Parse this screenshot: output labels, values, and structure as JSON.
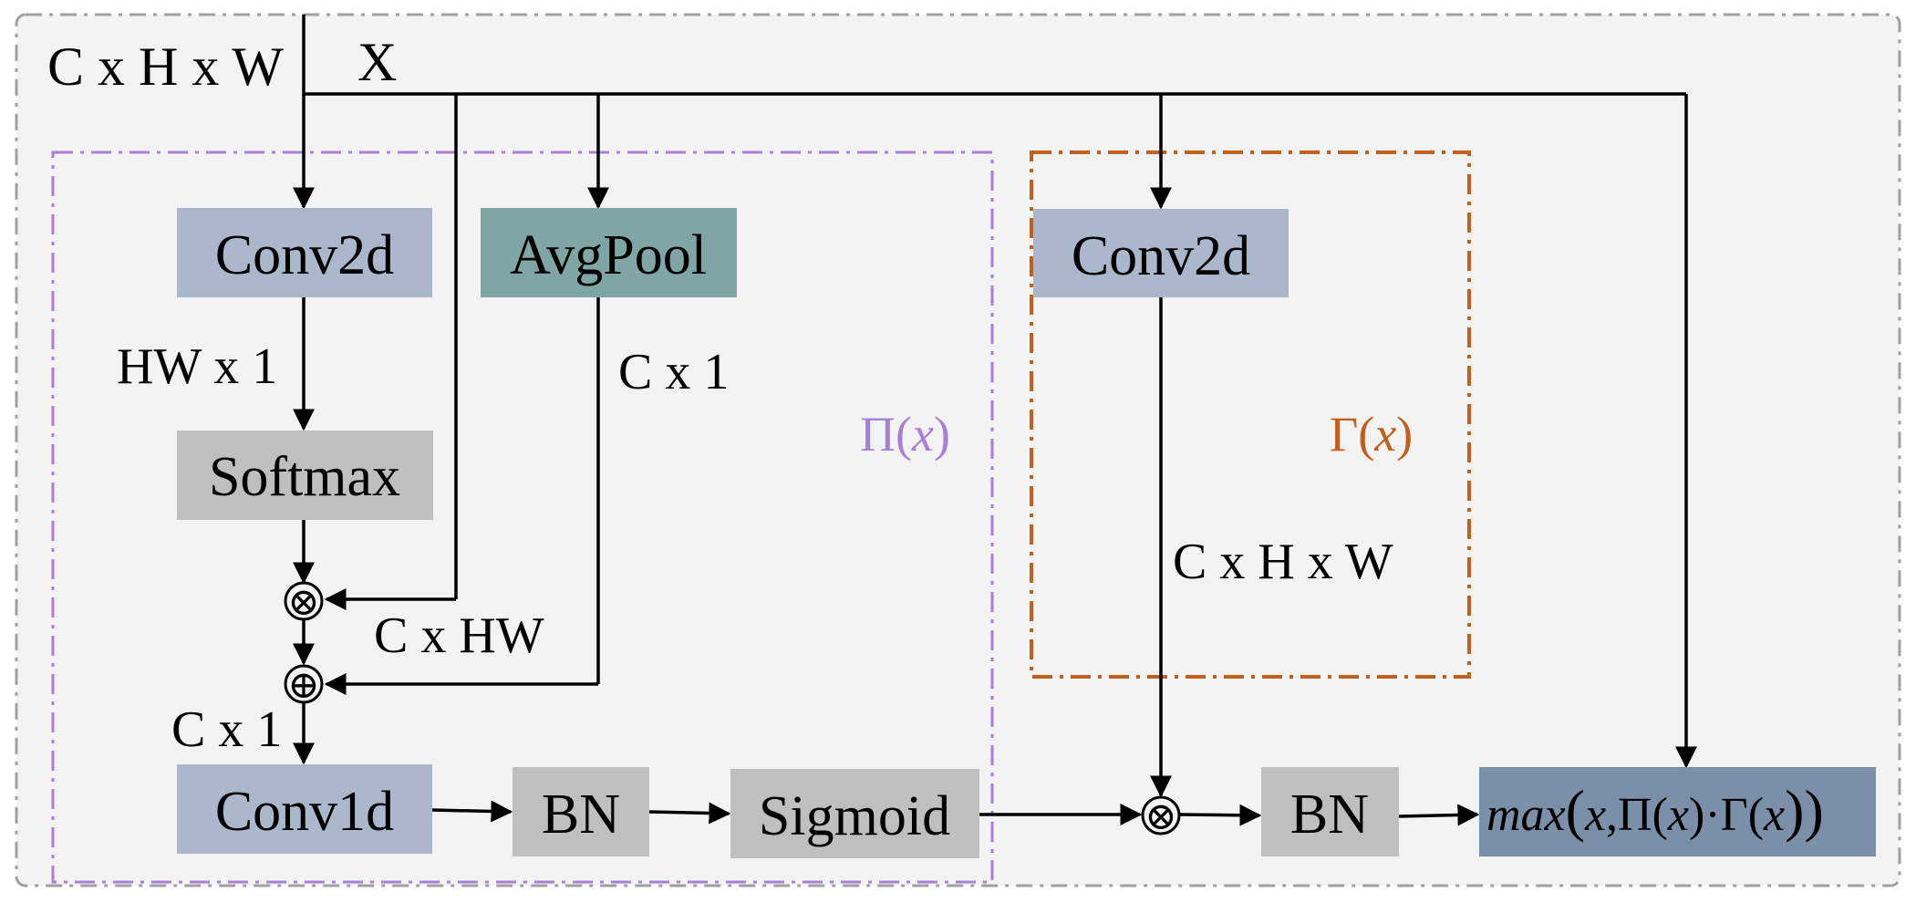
{
  "input": {
    "shape": "C x H x W",
    "name": "X"
  },
  "blocks": {
    "conv2d_left": "Conv2d",
    "avgpool": "AvgPool",
    "softmax": "Softmax",
    "conv1d": "Conv1d",
    "bn_left": "BN",
    "sigmoid": "Sigmoid",
    "conv2d_right": "Conv2d",
    "bn_right": "BN"
  },
  "dims": {
    "hw1": "HW x 1",
    "c1_avg": "C x 1",
    "c_hw": "C x HW",
    "c1_conv1d": "C x 1",
    "chw_right": "C x H x W"
  },
  "regions": {
    "pi_label": {
      "sym": "Π",
      "open": "(",
      "var": "x",
      "close": ")"
    },
    "gamma_label": {
      "sym": "Γ",
      "open": "(",
      "var": "x",
      "close": ")"
    }
  },
  "output": {
    "fn": "max",
    "open": "(",
    "x1": "x",
    "comma_pi": ",Π(",
    "x2": "x",
    "dot_gamma": ")·Γ(",
    "x3": "x",
    "close": "))"
  },
  "operators": {
    "multiply": "⊗",
    "add": "⊕"
  },
  "colors": {
    "canvas": "#f3f3f3",
    "outer_border": "#a0a0a0",
    "conv_box": "#abb8cb",
    "avgpool_box": "#7fa5a5",
    "gray_box": "#bfbfbf",
    "output_box": "#7c8fa9",
    "pi_region": "#a87fd6",
    "gamma_region": "#c0601c"
  }
}
